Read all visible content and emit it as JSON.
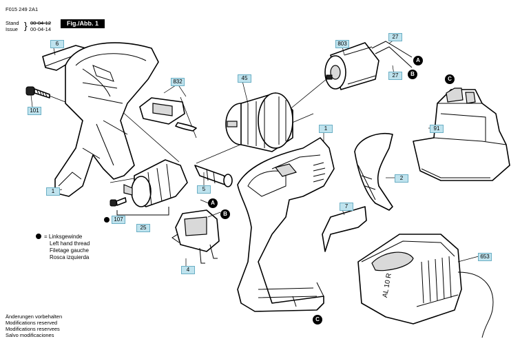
{
  "header": {
    "doc_number": "F015 249 2A1",
    "stand_label": "Stand",
    "issue_label": "Issue",
    "stand_value_struck": "00-04-12",
    "issue_value": "00-04-14",
    "figure_label": "Fig./Abb. 1"
  },
  "parts": {
    "p6": "6",
    "p101": "101",
    "p832": "832",
    "p45": "45",
    "p803": "803",
    "p27a": "27",
    "p27b": "27",
    "p91": "91",
    "p1a": "1",
    "p1b": "1",
    "p2": "2",
    "p5": "5",
    "p107": "107",
    "p25": "25",
    "p7": "7",
    "p4": "4",
    "p653": "653"
  },
  "markers": {
    "a1": "A",
    "a2": "A",
    "b1": "B",
    "b2": "B",
    "c1": "C",
    "c2": "C"
  },
  "legend": {
    "eq": "=",
    "lines": [
      "Linksgewinde",
      "Left hand thread",
      "Filetage gauche",
      "Rosca izquierda"
    ]
  },
  "footnote": {
    "lines": [
      "Änderungen vorbehalten",
      "Modifications reserved",
      "Modifications reservees",
      "Salvo modificaciones"
    ]
  },
  "charger_marking": "AL 10 R"
}
